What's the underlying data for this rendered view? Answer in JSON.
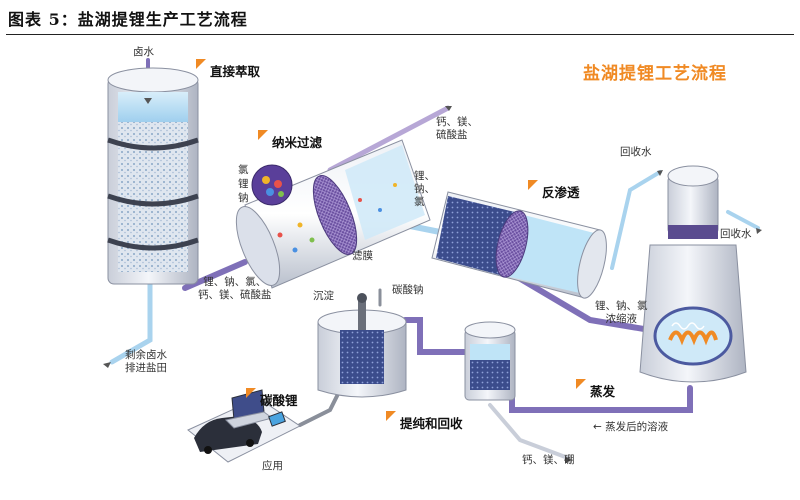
{
  "figure": {
    "title": "图表 5：盐湖提锂生产工艺流程"
  },
  "main_title": "盐湖提锂工艺流程",
  "stages": {
    "direct_extraction": "直接萃取",
    "nanofiltration": "纳米过滤",
    "reverse_osmosis": "反渗透",
    "evaporation": "蒸发",
    "purification": "提纯和回收",
    "lithium_carbonate": "碳酸锂"
  },
  "labels": {
    "brine": "卤水",
    "ions_left": "氯\n锂\n钠",
    "filter_membrane": "滤膜",
    "nf_outlet": "锂、钠、氯、\n钙、镁、硫酸盐",
    "nf_reject": "钙、镁、\n硫酸盐",
    "ro_inlet": "锂、\n钠、\n氯",
    "recycled_water_1": "回收水",
    "recycled_water_2": "回收水",
    "concentrate": "锂、钠、氯\n浓缩液",
    "residual_brine": "剩余卤水\n排进盐田",
    "precipitate": "沉淀",
    "sodium_carbonate": "碳酸钠",
    "evaporated_solution": "← 蒸发后的溶液",
    "byproducts": "钙、镁、硼",
    "application": "应用"
  },
  "colors": {
    "accent": "#f08a24",
    "pipe_purple": "#7f70b8",
    "pipe_blue": "#a9d3ee",
    "liquid": "#bfe4f7",
    "vessel": "#e9ecf2"
  }
}
